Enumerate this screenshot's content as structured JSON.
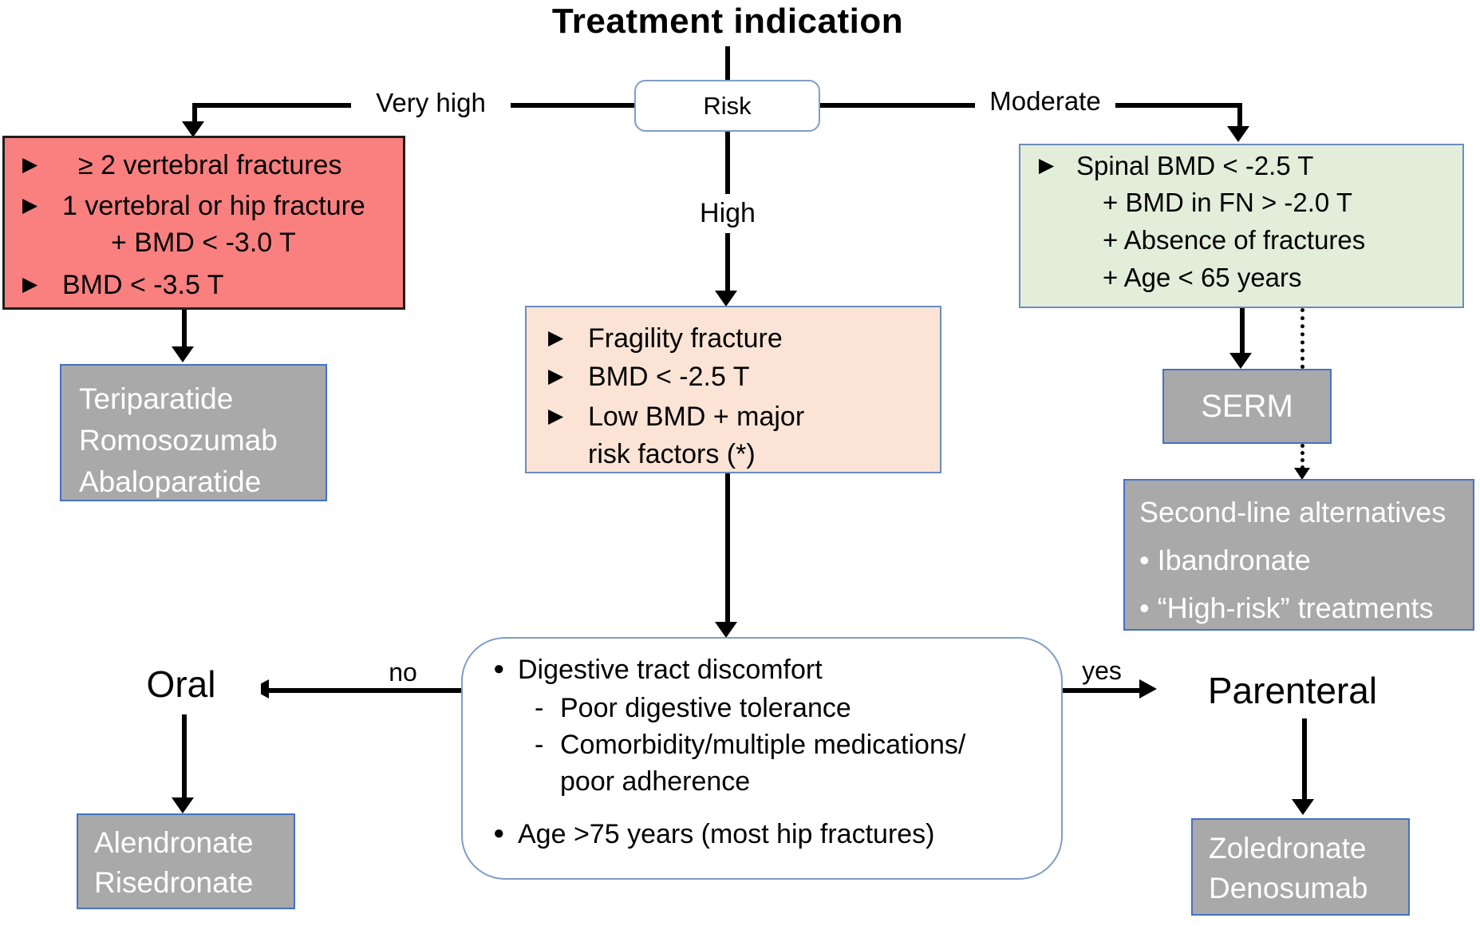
{
  "title": "Treatment indication",
  "risk": {
    "label": "Risk"
  },
  "branches": {
    "very_high": "Very high",
    "high": "High",
    "moderate": "Moderate"
  },
  "glyphs": {
    "triangle_bullet": "▶",
    "dot_bullet": "●",
    "dash_bullet": "-"
  },
  "colors": {
    "very_high_fill": "#FA8080",
    "high_fill": "#FBE4D5",
    "moderate_fill": "#E3EEDA",
    "drug_fill": "#A9A9A9",
    "drug_border": "#4472C4",
    "criteria_border": "#6B8CBE",
    "node_border": "#7F9DC9"
  },
  "very_high_criteria": {
    "item1": "≥ 2 vertebral fractures",
    "item2": "1 vertebral or hip fracture",
    "item2b": "+ BMD < -3.0 T",
    "item3": "BMD < -3.5 T"
  },
  "very_high_drugs": {
    "line1": "Teriparatide",
    "line2": "Romosozumab",
    "line3": "Abaloparatide"
  },
  "high_criteria": {
    "item1": "Fragility fracture",
    "item2": "BMD < -2.5 T",
    "item3": "Low BMD + major",
    "item3b": "risk factors (*)"
  },
  "moderate_criteria": {
    "item1": "Spinal BMD < -2.5 T",
    "item2": "+ BMD in FN > -2.0 T",
    "item3": "+ Absence of fractures",
    "item4": "+ Age < 65 years"
  },
  "serm": {
    "label": "SERM"
  },
  "second_line": {
    "title": "Second-line alternatives",
    "item1": "• Ibandronate",
    "item2": "• “High-risk” treatments"
  },
  "decision": {
    "item1": "Digestive tract discomfort",
    "sub1": "Poor digestive tolerance",
    "sub2": "Comorbidity/multiple medications/",
    "sub2b": "poor adherence",
    "item2": "Age >75 years (most hip fractures)"
  },
  "decision_labels": {
    "no": "no",
    "yes": "yes"
  },
  "routes": {
    "oral": "Oral",
    "parenteral": "Parenteral"
  },
  "oral_drugs": {
    "line1": "Alendronate",
    "line2": "Risedronate"
  },
  "parenteral_drugs": {
    "line1": "Zoledronate",
    "line2": "Denosumab"
  }
}
